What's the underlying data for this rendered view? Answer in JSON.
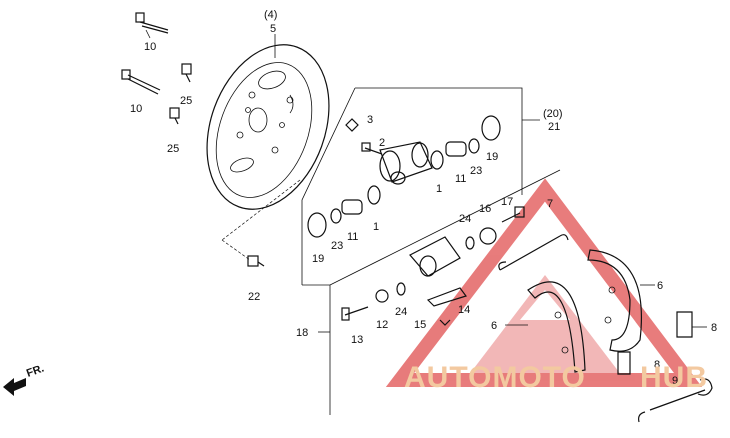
{
  "diagram": {
    "labels": {
      "n4": "(4)",
      "n5": "5",
      "n10a": "10",
      "n10b": "10",
      "n25a": "25",
      "n25b": "25",
      "n3": "3",
      "n2": "2",
      "n20": "(20)",
      "n21": "21",
      "n1a": "1",
      "n11a": "11",
      "n23a": "23",
      "n19a": "19",
      "n1b": "1",
      "n11b": "11",
      "n23b": "23",
      "n19b": "19",
      "n22": "22",
      "n7": "7",
      "n17": "17",
      "n16": "16",
      "n24a": "24",
      "n6a": "6",
      "n6b": "6",
      "n18": "18",
      "n13": "13",
      "n12": "12",
      "n24b": "24",
      "n15": "15",
      "n14": "14",
      "n8a": "8",
      "n8b": "8",
      "n9": "9"
    },
    "direction_label": "FR.",
    "watermark": {
      "text_left": "AUTOMOTO",
      "text_right": "HUB",
      "triangle_color": "#e05050",
      "text_color": "#f3c9a0"
    }
  }
}
